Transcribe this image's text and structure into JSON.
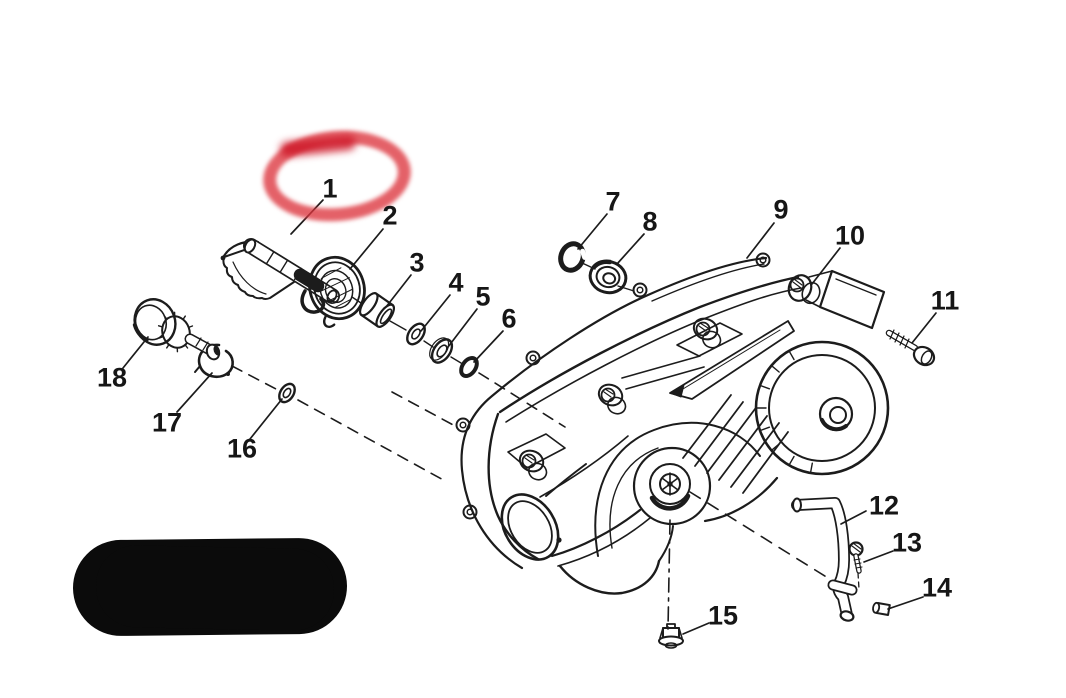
{
  "figure": {
    "callout_labels": [
      "1",
      "2",
      "3",
      "4",
      "5",
      "6",
      "7",
      "8",
      "9",
      "10",
      "11",
      "12",
      "13",
      "14",
      "15",
      "16",
      "17",
      "18"
    ],
    "annotations": {
      "highlight_color": "#dd343e",
      "redaction_color": "#0b0b0b"
    },
    "colors": {
      "background": "#ffffff",
      "line_art": "#1c1c1c"
    }
  }
}
